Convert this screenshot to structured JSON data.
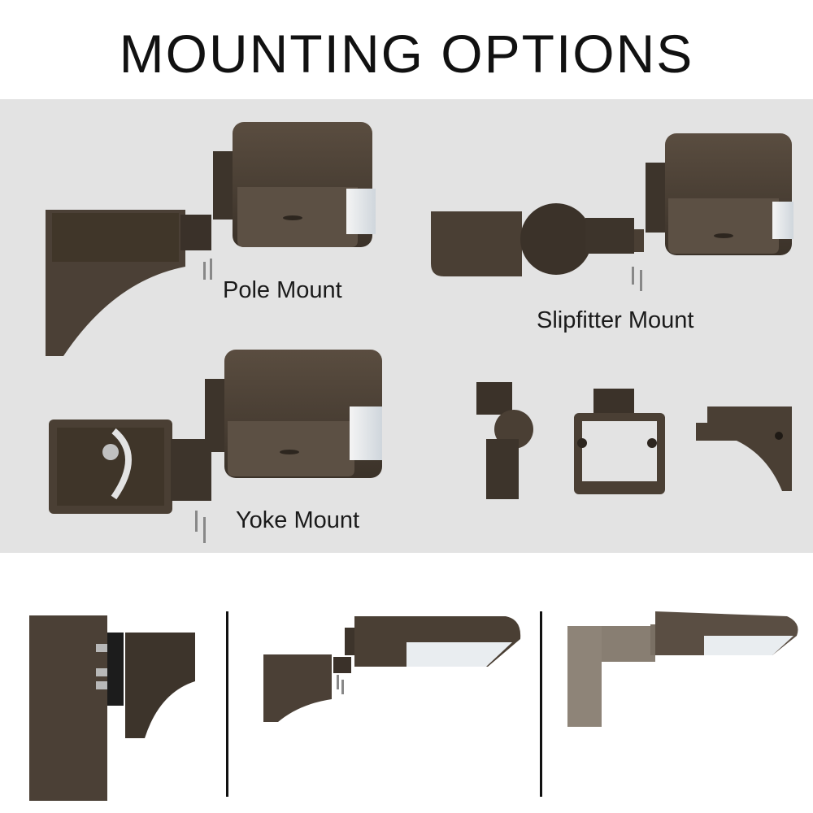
{
  "title": "MOUNTING OPTIONS",
  "labels": {
    "pole": "Pole Mount",
    "slipfitter": "Slipfitter Mount",
    "yoke": "Yoke Mount"
  },
  "colors": {
    "panel_bg": "#e3e3e3",
    "fixture_bronze": "#4a3f34",
    "fixture_dark": "#3a3129",
    "fixture_light": "#6a5d50"
  }
}
